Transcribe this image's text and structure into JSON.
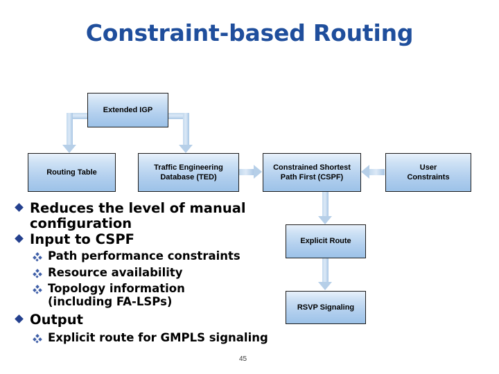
{
  "slide": {
    "title": "Constraint-based Routing",
    "page_number": "45",
    "title_color": "#1F4E9C",
    "box_fill_top": "#e8f1fb",
    "box_fill_bottom": "#9cc2e8",
    "arrow_color": "#b6cfe8",
    "bullet_color": "#24408E"
  },
  "diagram": {
    "boxes": [
      {
        "id": "extended-igp",
        "label": "Extended IGP"
      },
      {
        "id": "routing-table",
        "label": "Routing Table"
      },
      {
        "id": "ted",
        "line1": "Traffic Engineering",
        "line2": "Database (TED)"
      },
      {
        "id": "cspf",
        "line1": "Constrained Shortest",
        "line2": "Path First (CSPF)"
      },
      {
        "id": "user-constraints",
        "line1": "User",
        "line2": "Constraints"
      },
      {
        "id": "explicit-route",
        "label": "Explicit Route"
      },
      {
        "id": "rsvp-signaling",
        "label": "RSVP Signaling"
      }
    ]
  },
  "bullets": {
    "items": [
      {
        "level": 1,
        "text": "Reduces the level of manual"
      },
      {
        "level": 1,
        "text": "configuration",
        "continuation": true
      },
      {
        "level": 1,
        "text": "Input to CSPF"
      },
      {
        "level": 2,
        "text": "Path performance constraints"
      },
      {
        "level": 2,
        "text": "Resource availability"
      },
      {
        "level": 2,
        "text": "Topology information"
      },
      {
        "level": 2,
        "text": "(including FA-LSPs)",
        "continuation": true
      },
      {
        "level": 1,
        "text": "Output"
      },
      {
        "level": 2,
        "text": " Explicit route for GMPLS signaling"
      }
    ]
  }
}
